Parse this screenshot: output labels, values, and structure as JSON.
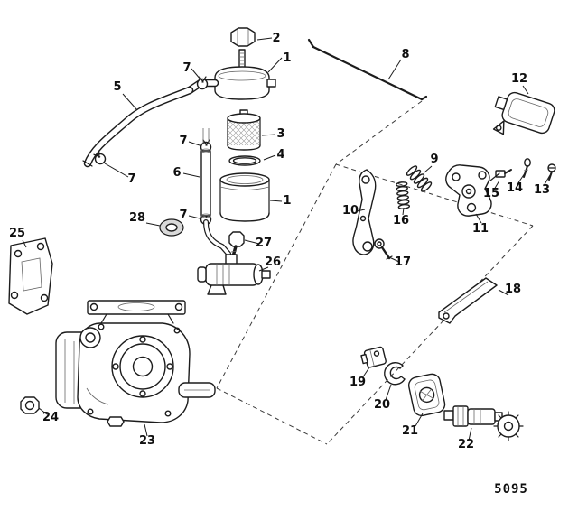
{
  "colors": {
    "background": "#ffffff",
    "ink": "#1c1c1c"
  },
  "diagram": {
    "number": "5095"
  },
  "callouts": [
    {
      "label": "2"
    },
    {
      "label": "1"
    },
    {
      "label": "7"
    },
    {
      "label": "8"
    },
    {
      "label": "5"
    },
    {
      "label": "12"
    },
    {
      "label": "3"
    },
    {
      "label": "7"
    },
    {
      "label": "4"
    },
    {
      "label": "9"
    },
    {
      "label": "6"
    },
    {
      "label": "10"
    },
    {
      "label": "15"
    },
    {
      "label": "14"
    },
    {
      "label": "13"
    },
    {
      "label": "16"
    },
    {
      "label": "11"
    },
    {
      "label": "1"
    },
    {
      "label": "28"
    },
    {
      "label": "7"
    },
    {
      "label": "27"
    },
    {
      "label": "17"
    },
    {
      "label": "25"
    },
    {
      "label": "26"
    },
    {
      "label": "18"
    },
    {
      "label": "19"
    },
    {
      "label": "20"
    },
    {
      "label": "21"
    },
    {
      "label": "22"
    },
    {
      "label": "24"
    },
    {
      "label": "23"
    },
    {
      "label": "7"
    }
  ]
}
